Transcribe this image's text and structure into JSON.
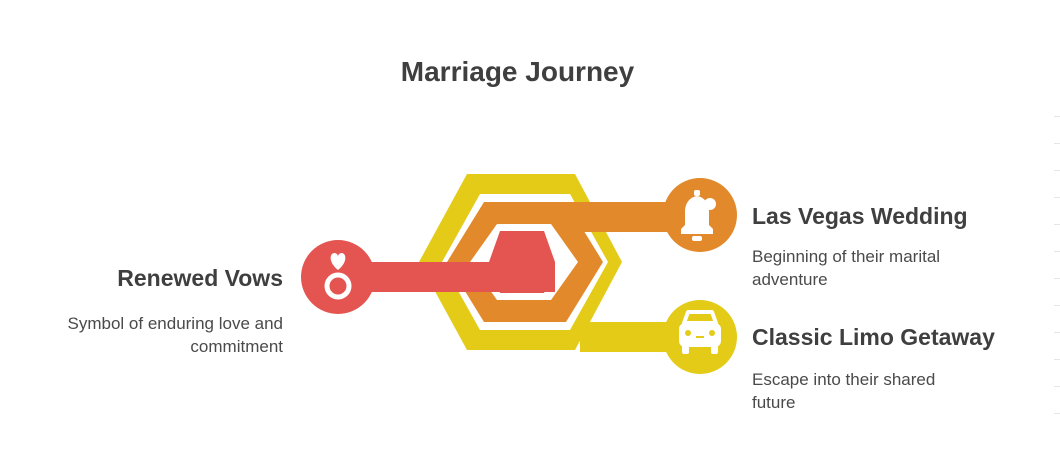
{
  "title": "Marriage Journey",
  "items": [
    {
      "heading": "Las Vegas Wedding",
      "description": "Beginning of their marital adventure",
      "icon": "bell-icon",
      "color": "#E2892B"
    },
    {
      "heading": "Classic Limo Getaway",
      "description": "Escape into their shared future",
      "icon": "car-icon",
      "color": "#E3CB17"
    },
    {
      "heading": "Renewed Vows",
      "description": "Symbol of enduring love and commitment",
      "icon": "ring-icon",
      "color": "#E45450"
    }
  ]
}
